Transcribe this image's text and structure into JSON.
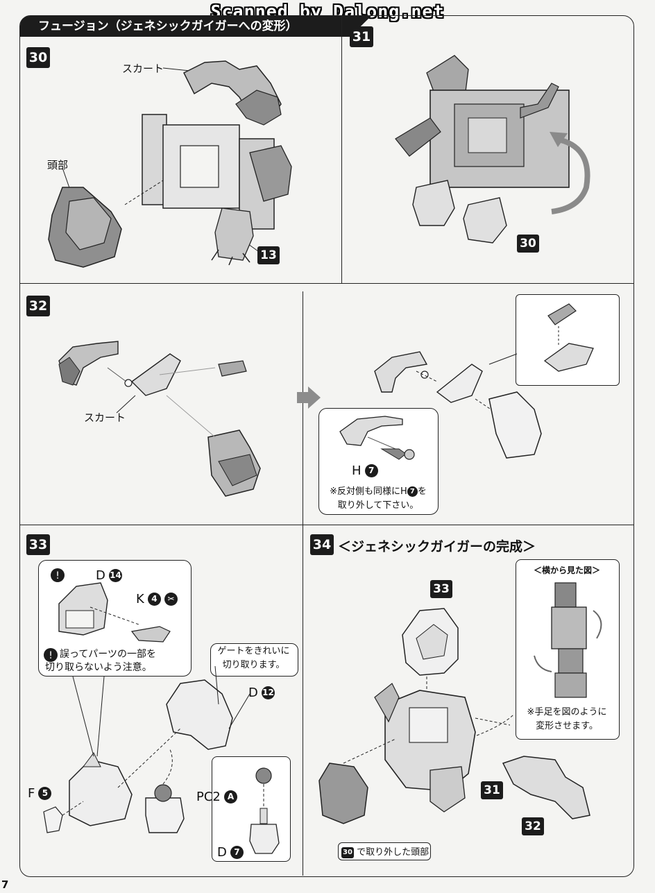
{
  "watermark": "Scanned by Dalong.net",
  "section_title": "フュージョン（ジェネシックガイガーへの変形）",
  "page_number": "7",
  "steps": {
    "s30": "30",
    "s31": "31",
    "s32": "32",
    "s33": "33",
    "s34": "34"
  },
  "step30": {
    "label_skirt": "スカート",
    "label_head": "頭部",
    "ref_13": "13"
  },
  "step31": {
    "ref_30": "30"
  },
  "step32": {
    "label_skirt": "スカート",
    "part_h": "H",
    "part_h_num": "7",
    "note": "※反対側も同様にH❼を取り外して下さい。",
    "note_line1": "※反対側も同様にH",
    "note_line1_end": "を",
    "note_line2": "取り外して下さい。"
  },
  "step33": {
    "part_d14": "D",
    "part_d14_num": "14",
    "part_k4": "K",
    "part_k4_num": "4",
    "caution_line1": "誤ってパーツの一部を",
    "caution_line2": "切り取らないよう注意。",
    "gate_line1": "ゲートをきれいに",
    "gate_line2": "切り取ります。",
    "part_d12": "D",
    "part_d12_num": "12",
    "part_f5": "F",
    "part_f5_num": "5",
    "part_pc2": "PC2",
    "part_pc2_letter": "A",
    "part_d7": "D",
    "part_d7_num": "7"
  },
  "step34": {
    "heading": "＜ジェネシックガイガーの完成＞",
    "side_view": "＜横から見た図＞",
    "limbs_line1": "※手足を図のように",
    "limbs_line2": "変形させます。",
    "ref_33": "33",
    "ref_31": "31",
    "ref_32": "32",
    "head_ref": "30",
    "head_caption": "で取り外した頭部"
  },
  "icons": [
    "arrow-right-icon",
    "warning-icon",
    "nipper-icon",
    "rotate-arrow-icon"
  ]
}
